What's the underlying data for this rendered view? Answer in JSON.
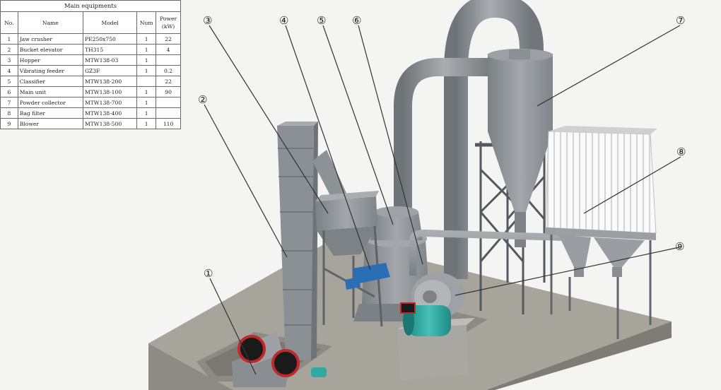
{
  "table": {
    "title": "Main equipments",
    "headers": [
      "No.",
      "Name",
      "Model",
      "Num",
      "Power (kW)"
    ],
    "rows": [
      [
        "1",
        "Jaw crusher",
        "PE250x750",
        "1",
        "22"
      ],
      [
        "2",
        "Bucket elevator",
        "TH315",
        "1",
        "4"
      ],
      [
        "3",
        "Hopper",
        "MTW138-03",
        "1",
        ""
      ],
      [
        "4",
        "Vibrating feeder",
        "GZ3F",
        "1",
        "0.2"
      ],
      [
        "5",
        "Classifier",
        "MTW138-200",
        "",
        "22"
      ],
      [
        "6",
        "Main unit",
        "MTW138-100",
        "1",
        "90"
      ],
      [
        "7",
        "Powder collector",
        "MTW138-700",
        "1",
        ""
      ],
      [
        "8",
        "Bag filter",
        "MTW138-400",
        "1",
        ""
      ],
      [
        "9",
        "Blower",
        "MTW138-500",
        "1",
        "110"
      ]
    ]
  },
  "callouts": [
    "①",
    "②",
    "③",
    "④",
    "⑤",
    "⑥",
    "⑦",
    "⑧",
    "⑨"
  ],
  "colors": {
    "steel": "#8c9196",
    "steel_dark": "#6f7479",
    "steel_light": "#a9adb1",
    "floor": "#a7a49c",
    "floor_side": "#7f7c75",
    "motor": "#2fa9a1",
    "feeder_blue": "#2a6fb3",
    "wheel_red": "#c0282a",
    "bag_white": "#f2f2f2"
  }
}
